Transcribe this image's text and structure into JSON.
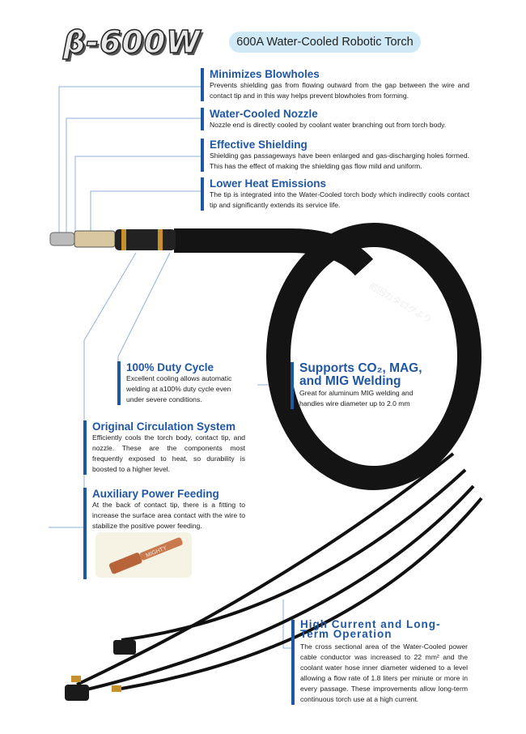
{
  "header": {
    "logo": "β-600W",
    "subtitle": "600A Water-Cooled Robotic Torch"
  },
  "features": [
    {
      "title": "Minimizes Blowholes",
      "body": "Prevents shielding gas from flowing outward from the gap between the wire and contact tip and in this way helps prevent blowholes from forming."
    },
    {
      "title": "Water-Cooled Nozzle",
      "body": "Nozzle end is directly cooled by coolant water branching out from torch body."
    },
    {
      "title": "Effective Shielding",
      "body": "Shielding gas passageways have been enlarged and gas-discharging holes formed. This has the effect of making the shielding gas flow mild and uniform."
    },
    {
      "title": "Lower Heat Emissions",
      "body": "The tip is integrated into the Water-Cooled torch body which indirectly cools contact tip and significantly extends its service life."
    },
    {
      "title": "100% Duty Cycle",
      "body": "Excellent cooling allows automatic welding at a100% duty cycle even under severe conditions."
    },
    {
      "title": "Supports CO₂, MAG, and MIG Welding",
      "body": "Great for aluminum MIG welding and handles wire diameter up to 2.0 mm"
    },
    {
      "title": "Original Circulation System",
      "body": "Efficiently cools the torch body, contact tip, and nozzle. These are the components most frequently exposed to heat, so durability is boosted to a higher level."
    },
    {
      "title": "Auxiliary Power Feeding",
      "body": "At the back of contact tip, there is a fitting to increase the surface area contact with the wire to stabilize the positive power feeding."
    },
    {
      "title": "High Current and Long-Term Operation",
      "body": "The cross sectional area of the Water-Cooled power cable conductor was increased to 22 mm² and the coolant water hose inner diameter widened to a level allowing a flow rate of 1.8 liters per minute or more in every passage. These improvements allow long-term continuous torch use at a high current."
    }
  ],
  "hose_label": "前回カタログより",
  "tip_label": "MIGHTY",
  "colors": {
    "accent": "#1f57a3",
    "badge": "#cfe9f6",
    "line": "#8fb0dc"
  }
}
